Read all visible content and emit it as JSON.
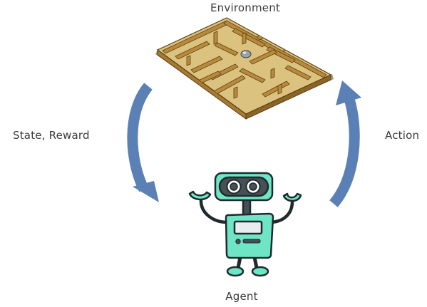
{
  "labels": {
    "environment": "Environment",
    "state_reward": "State, Reward",
    "action": "Action",
    "agent": "Agent"
  },
  "colors": {
    "arrow": "#5b80b5",
    "maze_top": "#dcc27f",
    "maze_wall": "#b98a3c",
    "maze_outline": "#5a4215",
    "robot_body": "#6ee6c6",
    "robot_outline": "#1f2a2e",
    "robot_dark": "#465056",
    "label_text": "#3a3a3a"
  },
  "icons": {
    "environment": "maze-board-icon",
    "agent": "robot-icon"
  }
}
